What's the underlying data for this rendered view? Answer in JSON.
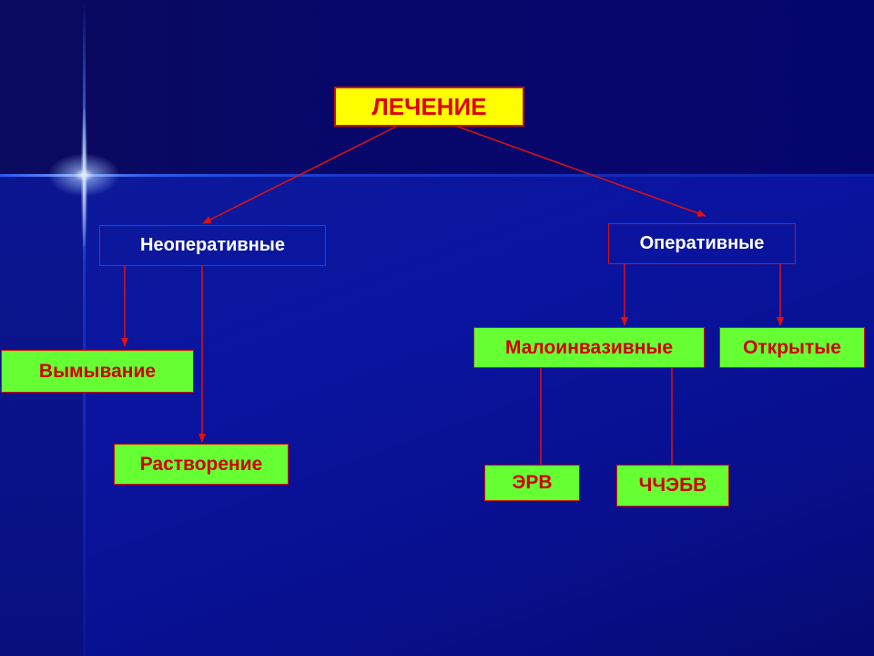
{
  "slide": {
    "root": "ЛЕЧЕНИЕ",
    "branches": [
      {
        "label": "Неоперативные",
        "children": [
          "Вымывание",
          "Растворение"
        ]
      },
      {
        "label": "Оперативные",
        "children": [
          {
            "label": "Малоинвазивные",
            "children": [
              "ЭРВ",
              "ЧЧЭБВ"
            ]
          },
          {
            "label": "Открытые"
          }
        ]
      }
    ]
  },
  "colors": {
    "background": "#0a14a0",
    "connector": "#e01010",
    "root_fill": "#ffff00",
    "method_fill": "#66ff33",
    "box_text_red": "#d00000",
    "category_text": "#ffffff"
  }
}
